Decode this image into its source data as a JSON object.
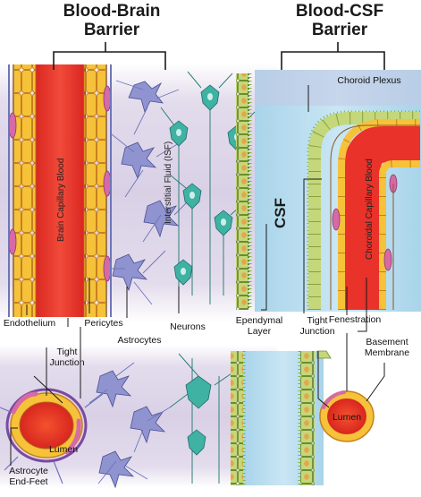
{
  "titles": {
    "bbb": "Blood-Brain\nBarrier",
    "bcsf": "Blood-CSF\nBarrier"
  },
  "labels": {
    "brain_capillary_blood": "Brain Capillary Blood",
    "interstitial_fluid": "Interstitial Fluid (ISF)",
    "csf": "CSF",
    "choroid_plexus": "Choroid Plexus",
    "choroidal_capillary_blood": "Choroidal Capillary Blood",
    "endothelium": "Endothelium",
    "pericytes": "Pericytes",
    "tight_junction_left": "Tight\nJunction",
    "astrocytes": "Astrocytes",
    "neurons": "Neurons",
    "ependymal_layer": "Ependymal\nLayer",
    "tight_junction_right": "Tight\nJunction",
    "fenestration": "Fenestration",
    "basement_membrane": "Basement\nMembrane",
    "lumen_left": "Lumen",
    "lumen_right": "Lumen",
    "astrocyte_end_feet": "Astrocyte\nEnd-Feet"
  },
  "colors": {
    "blood": "#e8322a",
    "endothelial_cell": "#f5c23a",
    "endothelial_outline": "#c8801c",
    "pericyte": "#d66aa6",
    "astrocyte": "#6f74b8",
    "neuron": "#2f9e93",
    "csf": "#b7dcef",
    "ependymal_green": "#7fb53a",
    "background_purple": "#d8cfe6"
  }
}
